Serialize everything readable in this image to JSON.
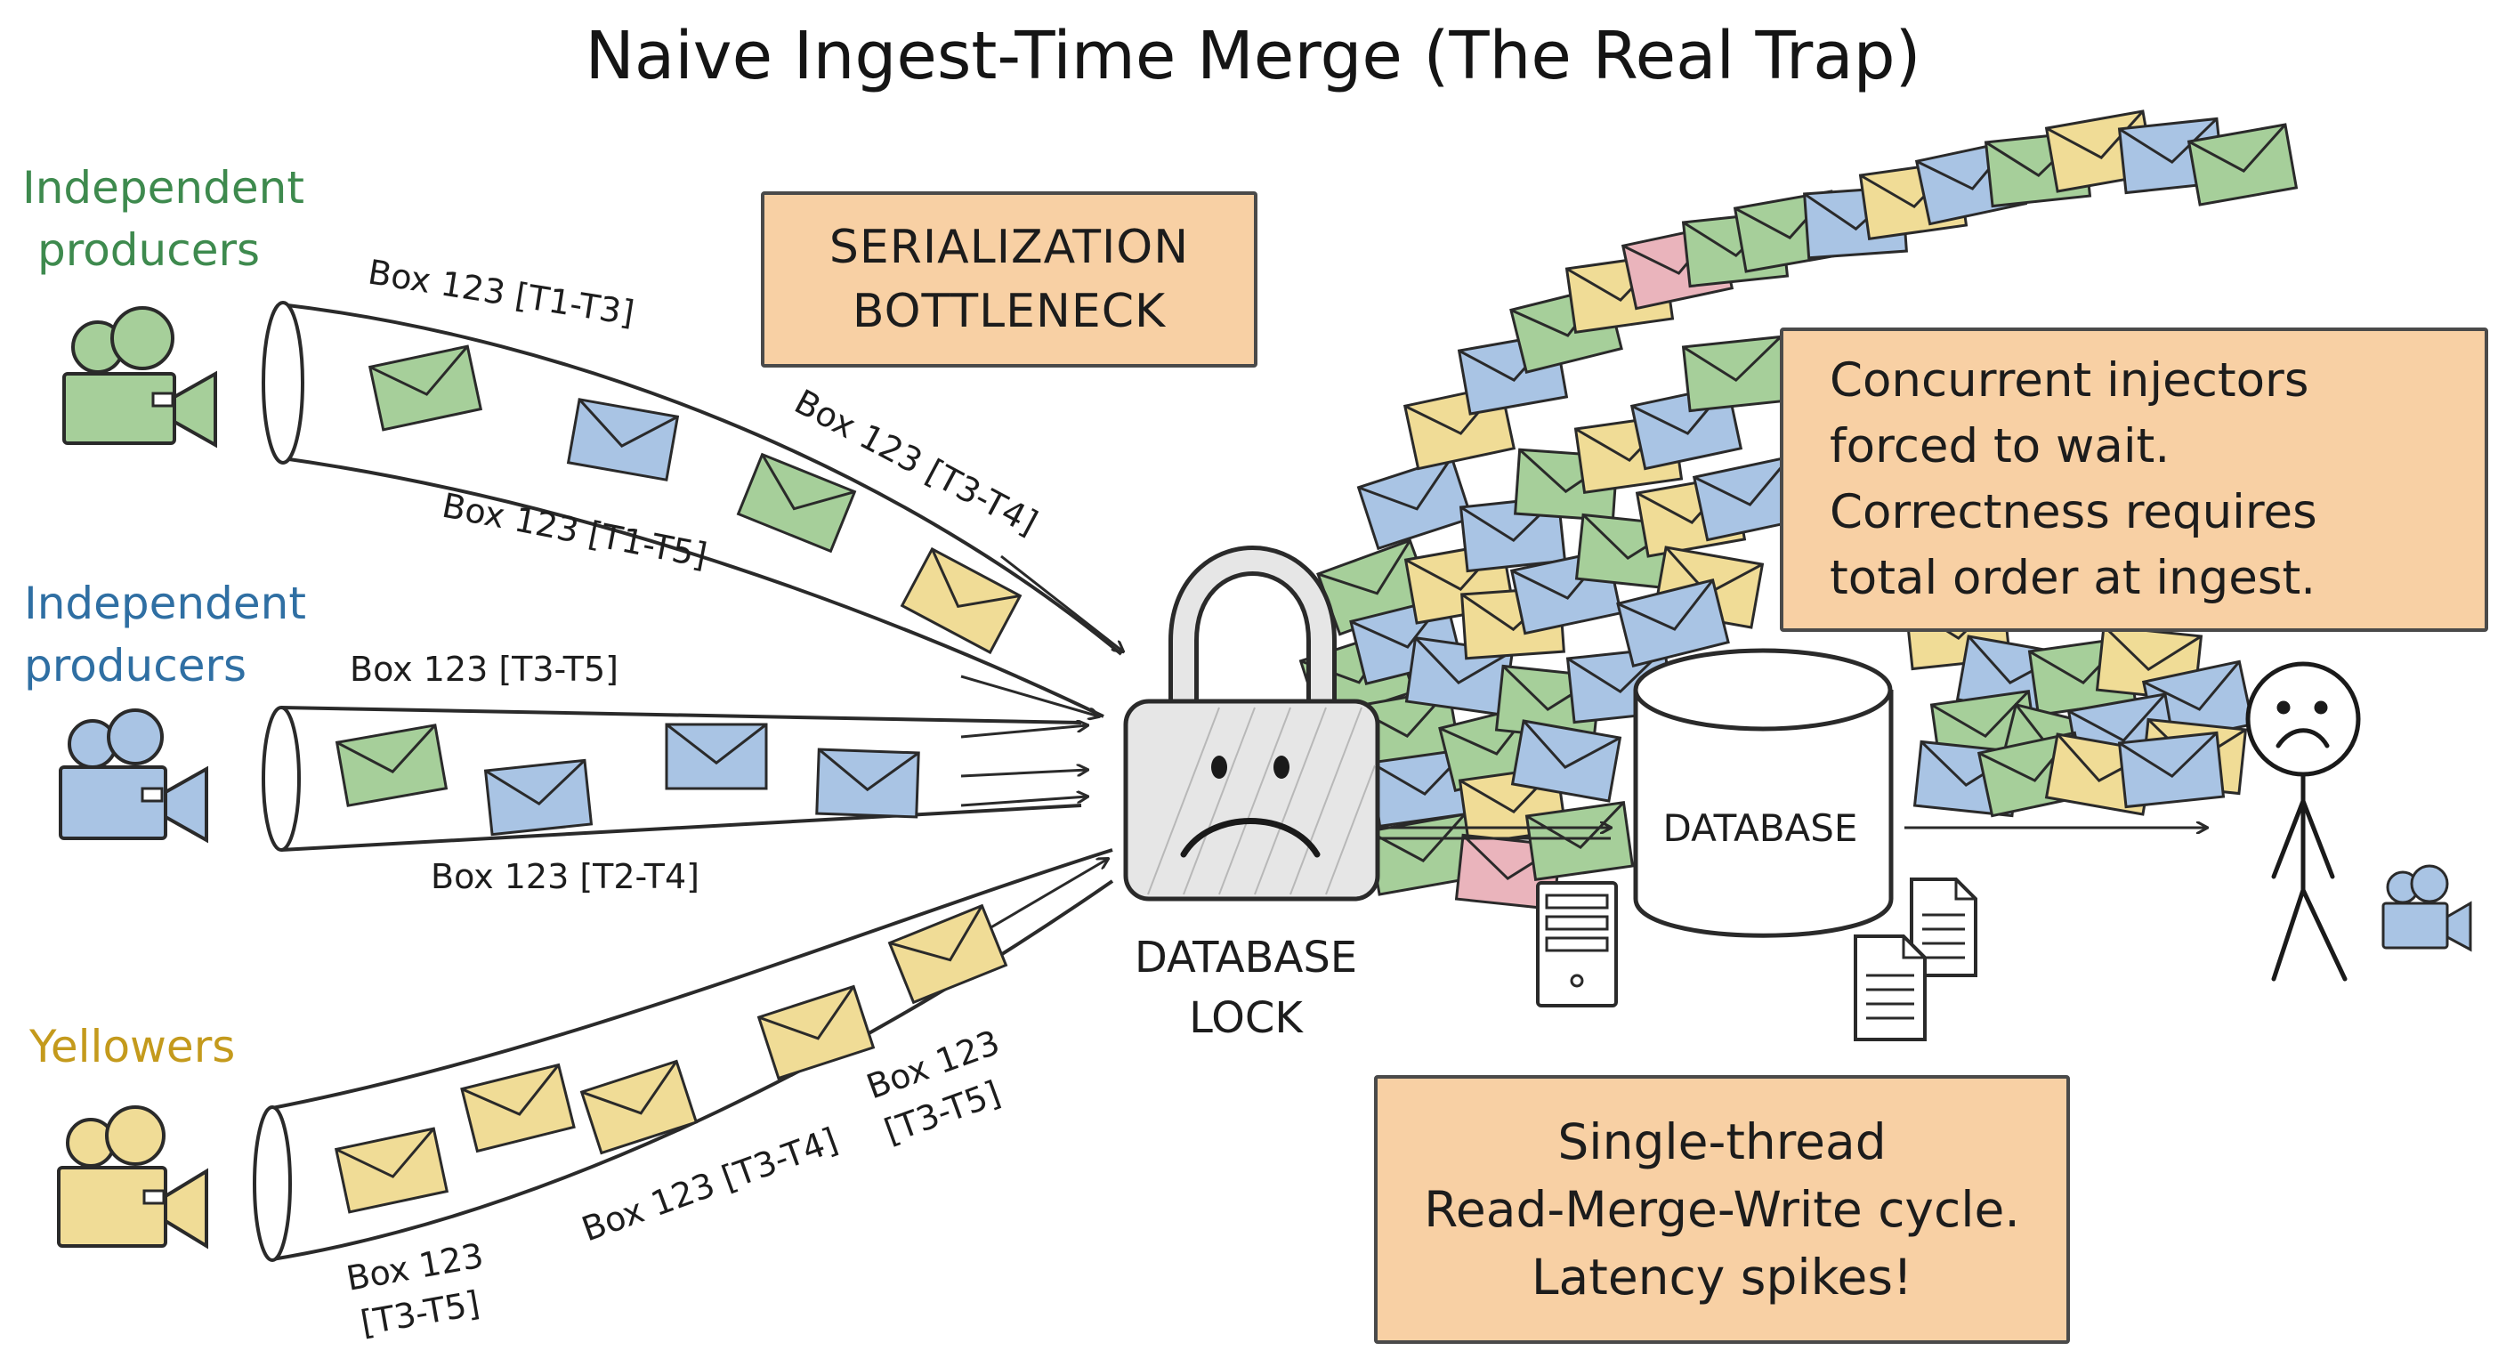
{
  "title": "Naive Ingest-Time Merge (The Real Trap)",
  "producers": [
    {
      "label_line1": "Independent",
      "label_line2": "producers",
      "color": "#3e8a4e"
    },
    {
      "label_line1": "Independent",
      "label_line2": "producers",
      "color": "#2f6fa3"
    },
    {
      "label_line1": "Yellowers",
      "label_line2": "",
      "color": "#c49a1c"
    }
  ],
  "box_labels": {
    "a": "Box 123 [T1-T3]",
    "b": "Box 123 [T3-T4]",
    "c": "Box 123 [T1-T5]",
    "d": "Box 123 [T3-T5]",
    "e": "Box 123 [T2-T4]",
    "f": "Box 123 [T3-T4]",
    "g_line1": "Box 123",
    "g_line2": "[T3-T5]",
    "h_line1": "Box 123",
    "h_line2": "[T3-T5]"
  },
  "serialization_note": {
    "line1": "SERIALIZATION",
    "line2": "BOTTLENECK"
  },
  "lock_label": {
    "line1": "DATABASE",
    "line2": "LOCK"
  },
  "database_label": "DATABASE",
  "concurrent_note": {
    "line1": "Concurrent injectors",
    "line2": "forced to wait.",
    "line3": "Correctness requires",
    "line4": "total order at ingest."
  },
  "single_thread_note": {
    "line1": "Single-thread",
    "line2": "Read-Merge-Write cycle.",
    "line3": "Latency spikes!"
  },
  "colors": {
    "green": "#a6cf9a",
    "blue": "#a9c4e4",
    "yellow": "#f0dc96",
    "pink": "#eab4bc",
    "note": "#f8d0a4",
    "ink": "#2a2a2a",
    "lock": "#e6e6e6"
  }
}
